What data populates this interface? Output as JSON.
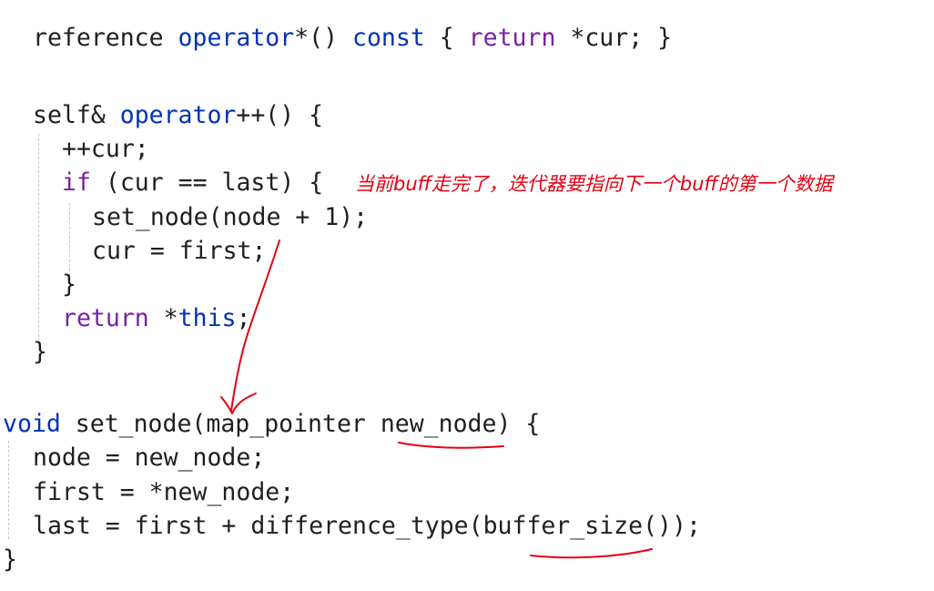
{
  "code_view": {
    "lines": [
      {
        "tokens": [
          {
            "text": "reference "
          },
          {
            "text": "operator",
            "kind": "kw"
          },
          {
            "text": "*() "
          },
          {
            "text": "const",
            "kind": "kw"
          },
          {
            "text": " { "
          },
          {
            "text": "return",
            "kind": "kw-purple"
          },
          {
            "text": " *cur; }"
          }
        ]
      },
      {
        "tokens": [
          {
            "text": "self& "
          },
          {
            "text": "operator",
            "kind": "kw"
          },
          {
            "text": "++() {"
          }
        ]
      },
      {
        "tokens": [
          {
            "text": "++cur;"
          }
        ]
      },
      {
        "tokens": [
          {
            "text": "if",
            "kind": "kw-purple"
          },
          {
            "text": " (cur == last) {"
          }
        ]
      },
      {
        "tokens": [
          {
            "text": "set_node(node + 1);"
          }
        ]
      },
      {
        "tokens": [
          {
            "text": "cur = first;"
          }
        ]
      },
      {
        "tokens": [
          {
            "text": "}"
          }
        ]
      },
      {
        "tokens": [
          {
            "text": "return",
            "kind": "kw-purple"
          },
          {
            "text": " *"
          },
          {
            "text": "this",
            "kind": "kw"
          },
          {
            "text": ";"
          }
        ]
      },
      {
        "tokens": [
          {
            "text": "}"
          }
        ]
      },
      {
        "tokens": [
          {
            "text": "void",
            "kind": "kw"
          },
          {
            "text": " set_node(map_pointer new_node) {"
          }
        ]
      },
      {
        "tokens": [
          {
            "text": "node = new_node;"
          }
        ]
      },
      {
        "tokens": [
          {
            "text": "first = *new_node;"
          }
        ]
      },
      {
        "tokens": [
          {
            "text": "last = first + difference_type(buffer_size());"
          }
        ]
      },
      {
        "tokens": [
          {
            "text": "}"
          }
        ]
      }
    ]
  },
  "annotation": {
    "text": "当前buff走完了，迭代器要指向下一个buff的第一个数据",
    "color": "#e60012"
  },
  "colors": {
    "keyword_blue": "#0033b3",
    "keyword_purple": "#7a1fa2",
    "plain_text": "#1f1f1f",
    "indent_guide": "#c7c7c7"
  }
}
